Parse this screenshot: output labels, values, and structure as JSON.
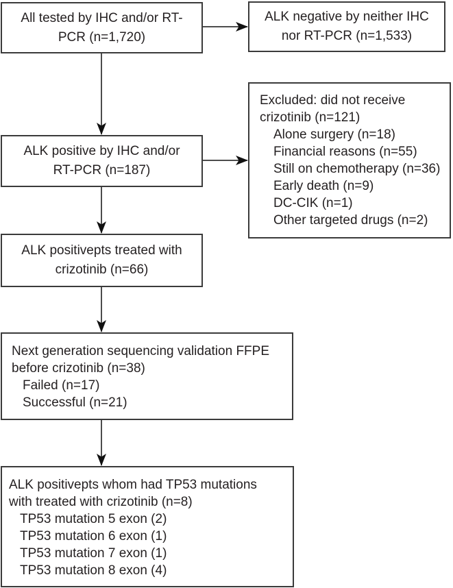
{
  "flow": {
    "figure_type": "patient-flow-diagram",
    "colors": {
      "background": "#ffffff",
      "box_border": "#3a3a3a",
      "arrow": "#111111",
      "text": "#231f20"
    },
    "boxes": [
      {
        "name": "all-tested",
        "lines": [
          "All tested by IHC and/or RT-",
          "PCR (n=1,720)"
        ]
      },
      {
        "name": "alk-negative",
        "lines": [
          "ALK negative by neither IHC",
          "nor RT-PCR (n=1,533)"
        ]
      },
      {
        "name": "alk-positive",
        "lines": [
          "ALK positive by IHC and/or",
          "RT-PCR (n=187)"
        ]
      },
      {
        "name": "excluded",
        "lines": [
          "Excluded: did not receive",
          "crizotinib (n=121)"
        ],
        "items": [
          "Alone surgery (n=18)",
          "Financial reasons (n=55)",
          "Still on chemotherapy (n=36)",
          "Early death (n=9)",
          "DC-CIK (n=1)",
          "Other targeted drugs (n=2)"
        ]
      },
      {
        "name": "treated-crizotinib",
        "lines": [
          "ALK positivepts treated with",
          "crizotinib (n=66)"
        ]
      },
      {
        "name": "ngs-validation",
        "lines": [
          "Next generation sequencing validation FFPE",
          "before crizotinib (n=38)"
        ],
        "items": [
          "Failed (n=17)",
          "Successful (n=21)"
        ]
      },
      {
        "name": "tp53-mutations",
        "lines": [
          "ALK positivepts whom had TP53 mutations",
          "with treated with crizotinib (n=8)"
        ],
        "items": [
          "TP53 mutation 5 exon (2)",
          "TP53 mutation 6 exon (1)",
          "TP53 mutation 7 exon (1)",
          "TP53 mutation 8 exon (4)"
        ]
      }
    ]
  }
}
